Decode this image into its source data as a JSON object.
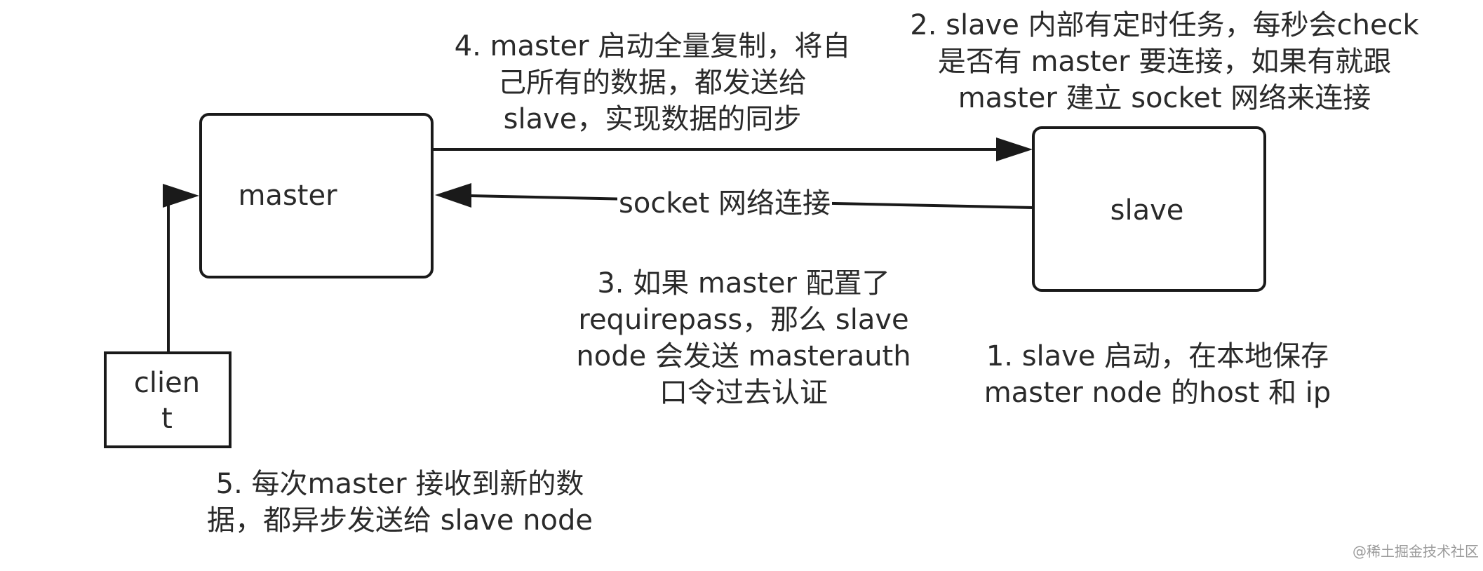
{
  "nodes": {
    "master": {
      "label": "master"
    },
    "slave": {
      "label": "slave"
    },
    "client": {
      "label_lines": [
        "clien",
        "t"
      ]
    }
  },
  "edges": {
    "slave_to_master": {
      "label": "socket 网络连接"
    }
  },
  "notes": {
    "step1": "1. slave 启动，在本地保存\nmaster node 的host 和 ip",
    "step2": "2. slave 内部有定时任务，每秒会check\n是否有 master 要连接，如果有就跟\nmaster 建立 socket 网络来连接",
    "step3": "3. 如果 master 配置了\nrequirepass，那么 slave\nnode 会发送 masterauth\n口令过去认证",
    "step4": "4. master 启动全量复制，将自\n己所有的数据，都发送给\nslave，实现数据的同步",
    "step5": "5. 每次master 接收到新的数\n据，都异步发送给 slave node"
  },
  "watermark": "@稀土掘金技术社区",
  "colors": {
    "stroke": "#1a1a1a",
    "text": "#2a2a2a",
    "background": "#ffffff"
  }
}
